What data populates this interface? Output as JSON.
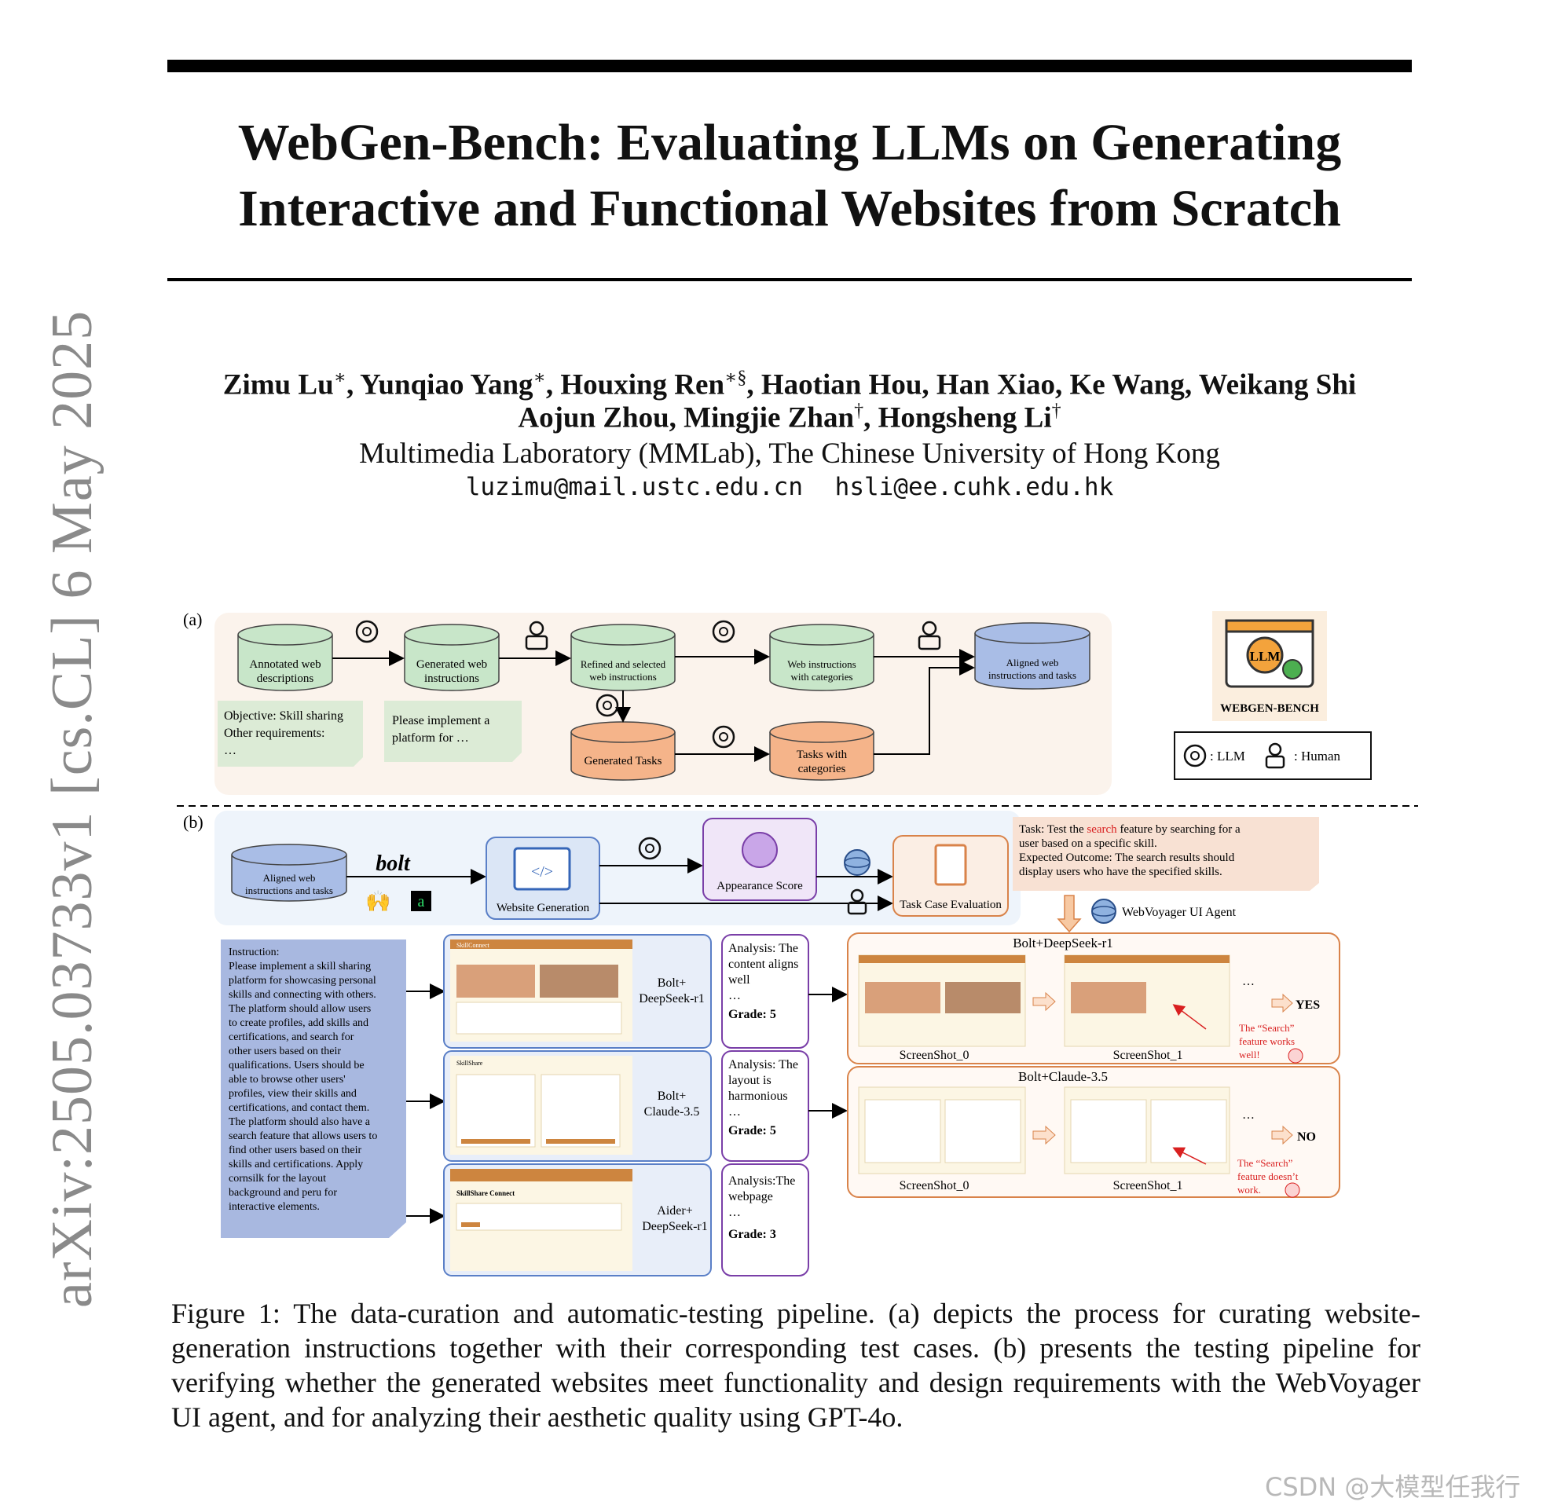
{
  "paper": {
    "title_line1": "WebGen-Bench: Evaluating LLMs on Generating",
    "title_line2": "Interactive and Functional Websites from Scratch",
    "arxiv_id": "arXiv:2505.03733v1  [cs.CL]  6 May 2025",
    "authors_line1": [
      {
        "name": "Zimu Lu",
        "mark": "∗"
      },
      {
        "name": "Yunqiao Yang",
        "mark": "∗"
      },
      {
        "name": "Houxing Ren",
        "mark": "∗§"
      },
      {
        "name": "Haotian Hou",
        "mark": ""
      },
      {
        "name": "Han Xiao",
        "mark": ""
      },
      {
        "name": "Ke Wang",
        "mark": ""
      },
      {
        "name": "Weikang Shi",
        "mark": ""
      }
    ],
    "authors_line2": [
      {
        "name": "Aojun Zhou",
        "mark": ""
      },
      {
        "name": "Mingjie Zhan",
        "mark": "†"
      },
      {
        "name": "Hongsheng Li",
        "mark": "†"
      }
    ],
    "affiliation": "Multimedia Laboratory (MMLab), The Chinese University of Hong Kong",
    "email1": "luzimu@mail.ustc.edu.cn",
    "email2": "hsli@ee.cuhk.edu.hk",
    "caption": "Figure 1: The data-curation and automatic-testing pipeline. (a) depicts the process for curating website-generation instructions together with their corresponding test cases. (b) presents the testing pipeline for verifying whether the generated websites meet functionality and design requirements with the WebVoyager UI agent, and for analyzing their aesthetic quality using GPT-4o.",
    "watermark": "CSDN @大模型任我行"
  },
  "figure": {
    "label_a": "(a)",
    "label_b": "(b)",
    "panel_a": {
      "cyl_annotated": [
        "Annotated web",
        "descriptions"
      ],
      "cyl_generated": [
        "Generated web",
        "instructions"
      ],
      "cyl_refined": [
        "Refined and selected",
        "web instructions"
      ],
      "cyl_categories": [
        "Web instructions",
        "with categories"
      ],
      "cyl_aligned": [
        "Aligned web",
        "instructions and tasks"
      ],
      "cyl_tasks": "Generated Tasks",
      "cyl_task_cat": [
        "Tasks with",
        "categories"
      ],
      "note1": [
        "Objective: Skill sharing",
        "Other requirements:",
        "…"
      ],
      "note2": [
        "Please implement a",
        "platform for …"
      ],
      "logo_text": "WEBGEN-BENCH",
      "logo_badge": "LLM",
      "legend_llm": ": LLM",
      "legend_human": ": Human"
    },
    "panel_b": {
      "cyl_aligned": [
        "Aligned web",
        "instructions and tasks"
      ],
      "bolt": "bolt",
      "website_generation": "Website Generation",
      "appearance_score": "Appearance Score",
      "task_case_eval": "Task Case Evaluation",
      "task_note": {
        "line1_pre": "Task: Test the ",
        "line1_hl": "search",
        "line1_post": " feature by searching for a",
        "line2": "user based on a specific skill.",
        "line3": "Expected Outcome: The search results should",
        "line4": "display users who have the specified skills."
      },
      "webvoyager": "WebVoyager UI Agent",
      "instruction": [
        "Instruction:",
        "Please implement a skill sharing",
        "platform for showcasing personal",
        "skills and connecting with others.",
        "The platform should allow users",
        "to create profiles, add skills and",
        "certifications, and search for",
        "other users based on their",
        "qualifications. Users should be",
        "able to browse other users'",
        "profiles, view their skills and",
        "certifications, and contact them.",
        "The platform should also have a",
        "search feature that allows users to",
        "find other users based on their",
        "skills and certifications. Apply",
        "cornsilk for the layout",
        "background and peru for",
        "interactive elements."
      ],
      "models": [
        {
          "name": [
            "Bolt+",
            "DeepSeek-r1"
          ],
          "analysis": [
            "Analysis: The",
            "content aligns",
            "well",
            "…"
          ],
          "grade": "Grade: 5",
          "app": "SkillConnect"
        },
        {
          "name": [
            "Bolt+",
            "Claude-3.5"
          ],
          "analysis": [
            "Analysis: The",
            "layout is",
            "harmonious",
            "…"
          ],
          "grade": "Grade: 5",
          "app": "SkillShare"
        },
        {
          "name": [
            "Aider+",
            "DeepSeek-r1"
          ],
          "analysis": [
            "Analysis:The",
            "webpage",
            "…"
          ],
          "grade": "Grade: 3",
          "app": "SkillShare Connect"
        }
      ],
      "results": [
        {
          "title": "Bolt+DeepSeek-r1",
          "shot0": "ScreenShot_0",
          "shot1": "ScreenShot_1",
          "ellipsis": "…",
          "verdict": "YES",
          "comment": [
            "The “Search”",
            "feature works",
            "well!"
          ]
        },
        {
          "title": "Bolt+Claude-3.5",
          "shot0": "ScreenShot_0",
          "shot1": "ScreenShot_1",
          "ellipsis": "…",
          "verdict": "NO",
          "comment": [
            "The “Search”",
            "feature doesn’t",
            "work."
          ]
        }
      ]
    }
  },
  "colors": {
    "green": "#c8e6c9",
    "blue": "#a9bde6",
    "orange": "#f5b48a",
    "panel_a_bg": "#fbf3ec",
    "panel_b_bg": "#eef4fb",
    "purple": "#7a3fa8",
    "result_border": "#d9834a",
    "instruction_bg": "#a8b8e0",
    "red": "#d92020"
  }
}
